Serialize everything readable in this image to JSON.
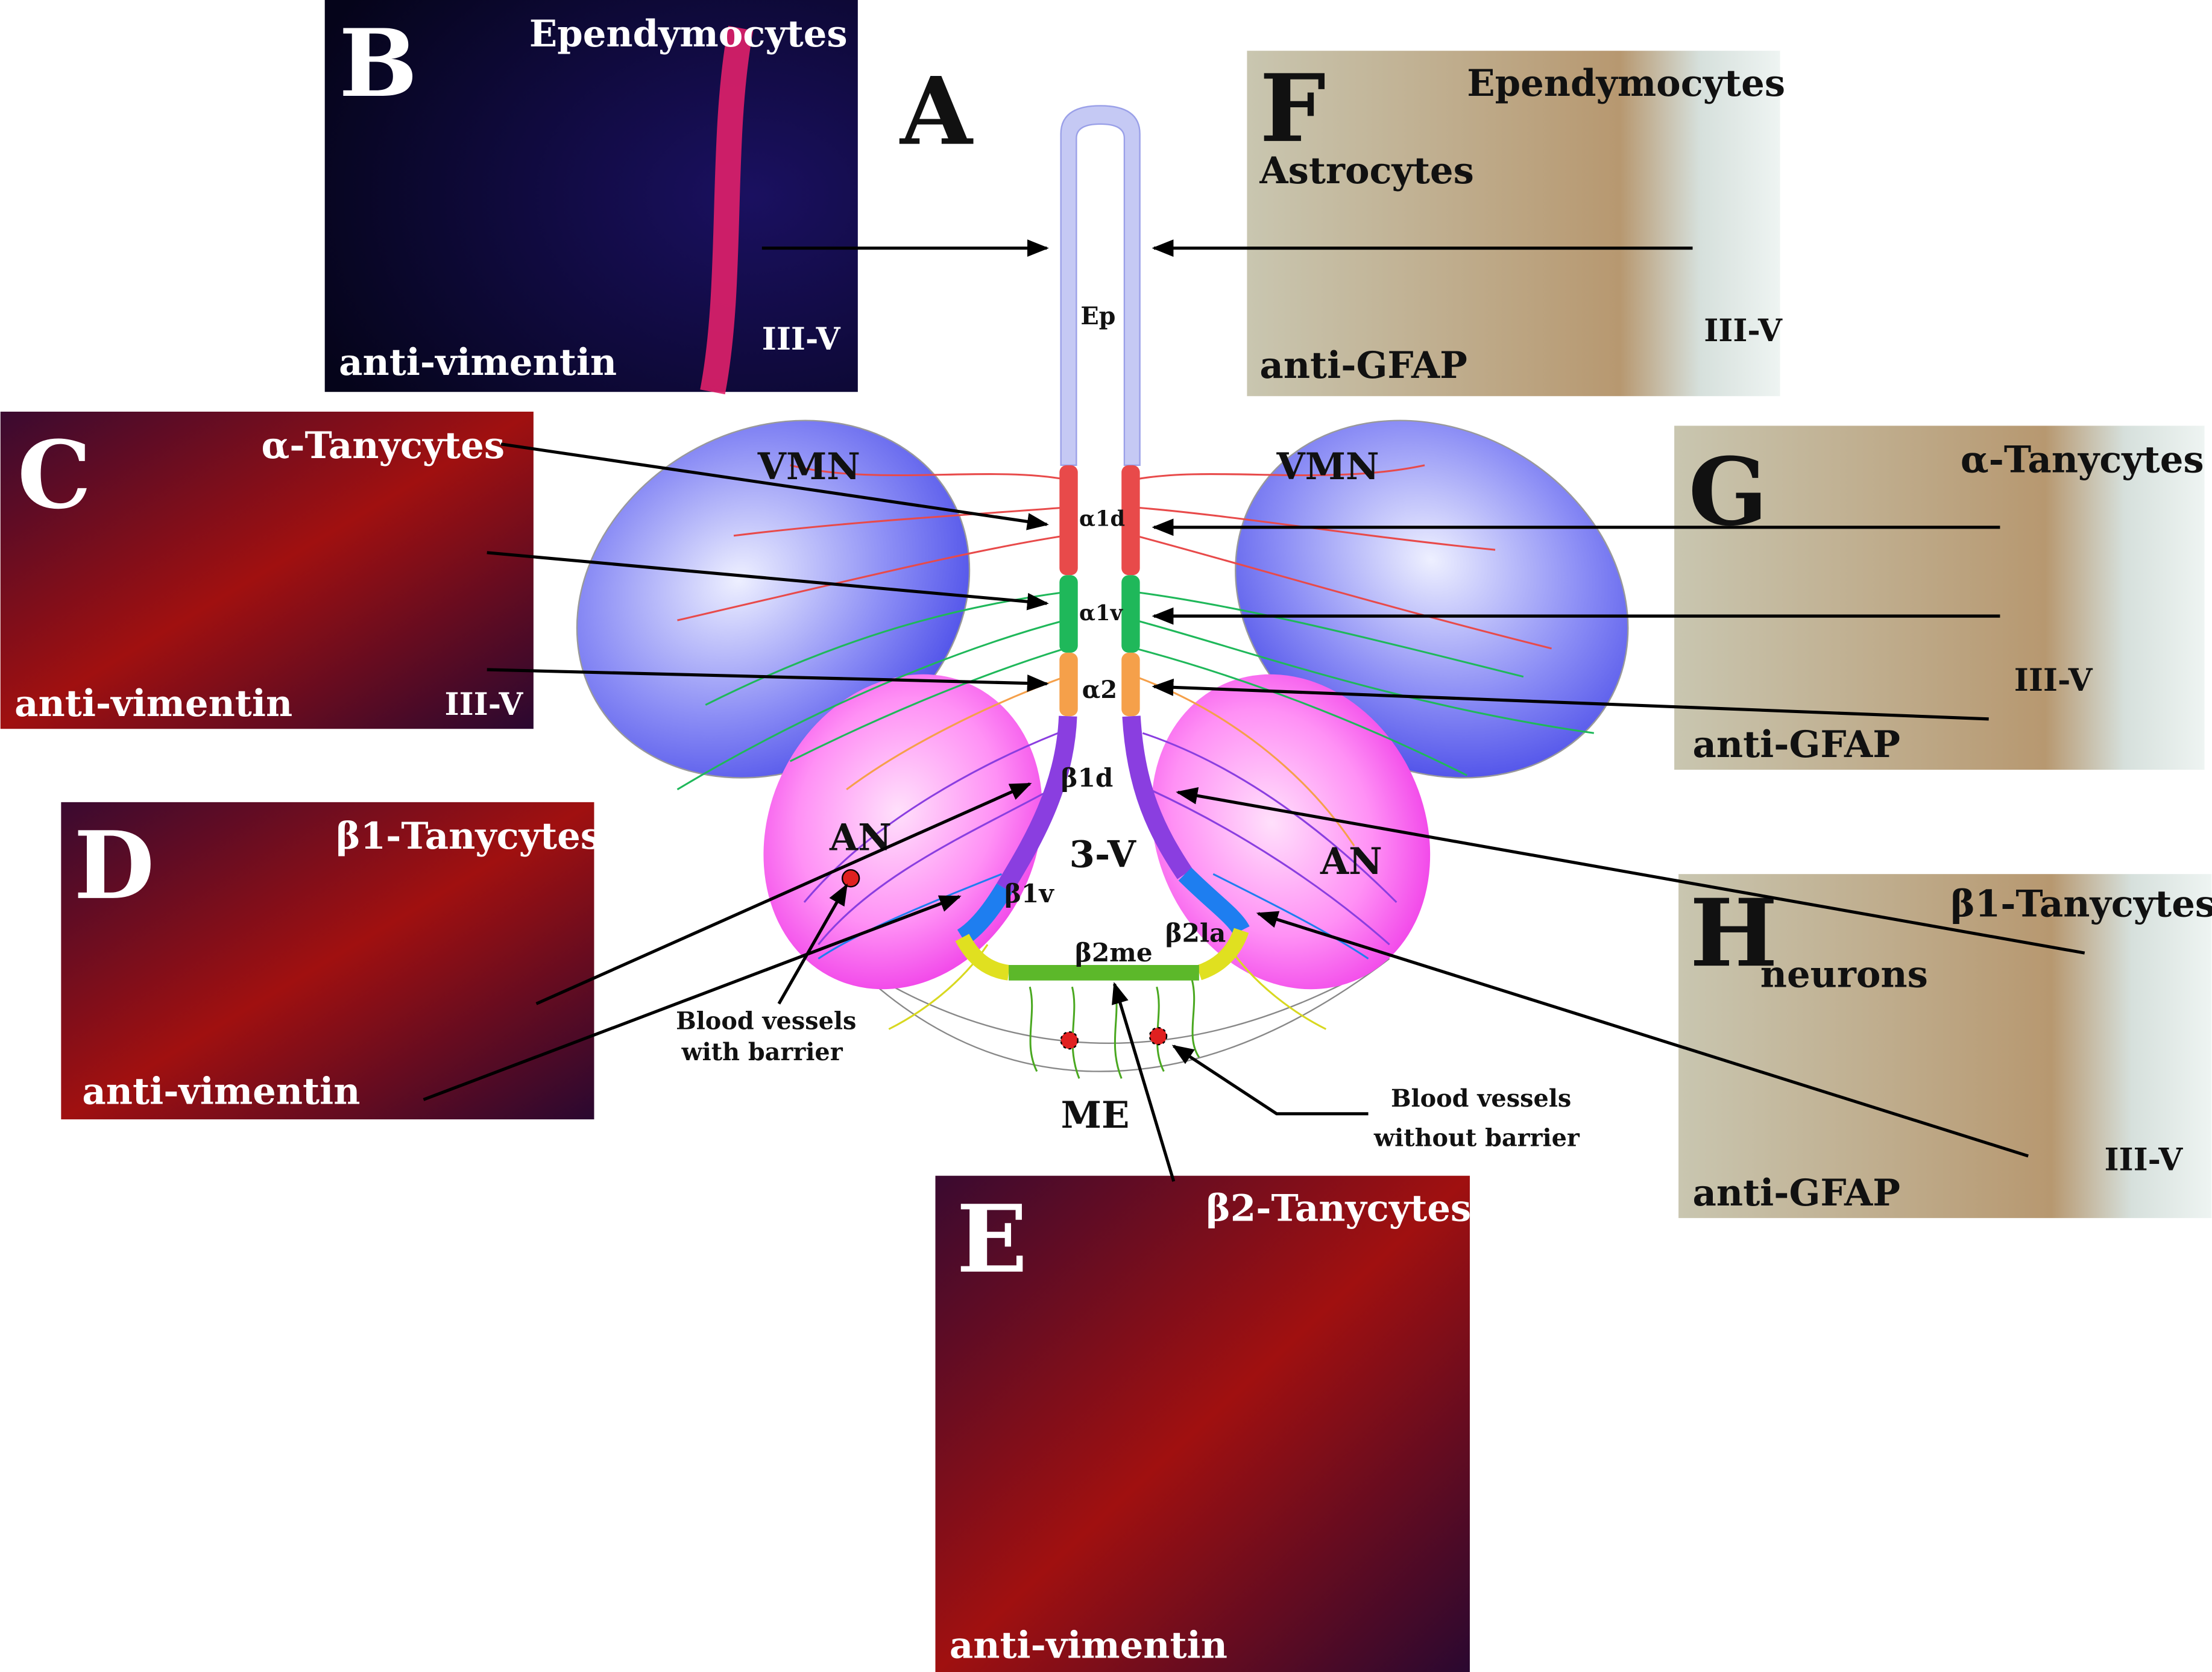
{
  "panels": {
    "A": {
      "letter": "A"
    },
    "B": {
      "letter": "B",
      "title": "Ependymocytes",
      "stain": "anti-vimentin",
      "region": "III-V"
    },
    "C": {
      "letter": "C",
      "title": "α-Tanycytes",
      "stain": "anti-vimentin",
      "region": "III-V"
    },
    "D": {
      "letter": "D",
      "title": "β1-Tanycytes",
      "stain": "anti-vimentin"
    },
    "E": {
      "letter": "E",
      "title": "β2-Tanycytes",
      "stain": "anti-vimentin"
    },
    "F": {
      "letter": "F",
      "title": "Ependymocytes",
      "label2": "Astrocytes",
      "stain": "anti-GFAP",
      "region": "III-V"
    },
    "G": {
      "letter": "G",
      "title": "α-Tanycytes",
      "stain": "anti-GFAP",
      "region": "III-V"
    },
    "H": {
      "letter": "H",
      "title": "β1-Tanycytes",
      "label2": "neurons",
      "stain": "anti-GFAP",
      "region": "III-V"
    }
  },
  "diagram": {
    "ep": "Ep",
    "vmn_left": "VMN",
    "vmn_right": "VMN",
    "an_left": "AN",
    "an_right": "AN",
    "ventricle": "3-V",
    "me": "ME",
    "a1d": "α1d",
    "a1v": "α1v",
    "a2": "α2",
    "b1d": "β1d",
    "b1v": "β1v",
    "b2me": "β2me",
    "b2la": "β2la",
    "bv_barrier_1": "Blood vessels",
    "bv_barrier_2": "with barrier",
    "bv_nobarrier_1": "Blood vessels",
    "bv_nobarrier_2": "without barrier"
  },
  "colors": {
    "ependymal": "#b9bff0",
    "alpha1d": "#e84a4a",
    "alpha1v": "#1fb85a",
    "alpha2": "#f5a04a",
    "beta1d": "#8a3ee0",
    "beta1v": "#1e7ef0",
    "beta2me": "#5cb82a",
    "beta2la": "#e0e020",
    "vmn": "#5a5cf0",
    "an": "#ff5af0"
  }
}
